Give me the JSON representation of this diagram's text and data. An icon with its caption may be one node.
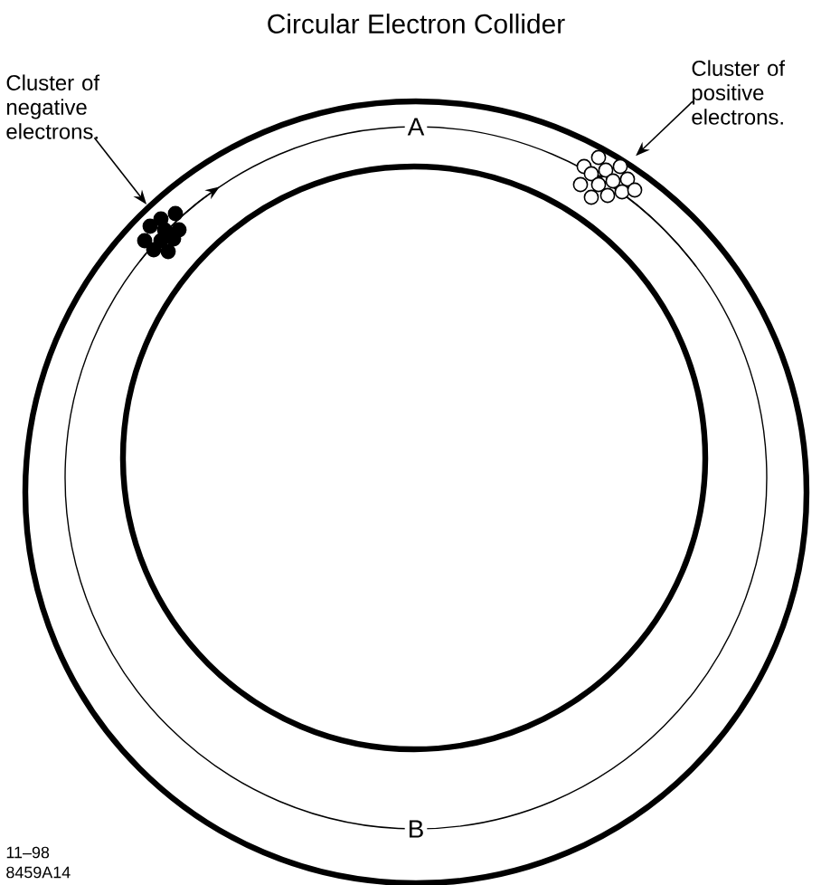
{
  "diagram": {
    "title": "Circular Electron Collider",
    "nodes": [
      {
        "text": [
          "Cluster of negative electrons."
        ]
      },
      {
        "text": [],
        "shape": "picture"
      },
      {
        "text": [
          "Cluster of positive electrons."
        ]
      },
      {
        "text": [],
        "shape": "picture"
      }
    ],
    "edges": [
      {
        "from": 0,
        "to": 1,
        "arrow": "to"
      },
      {
        "from": 2,
        "to": 3,
        "arrow": "to"
      }
    ],
    "labels": [
      "A",
      "B",
      "11–98",
      "8459A14"
    ]
  }
}
